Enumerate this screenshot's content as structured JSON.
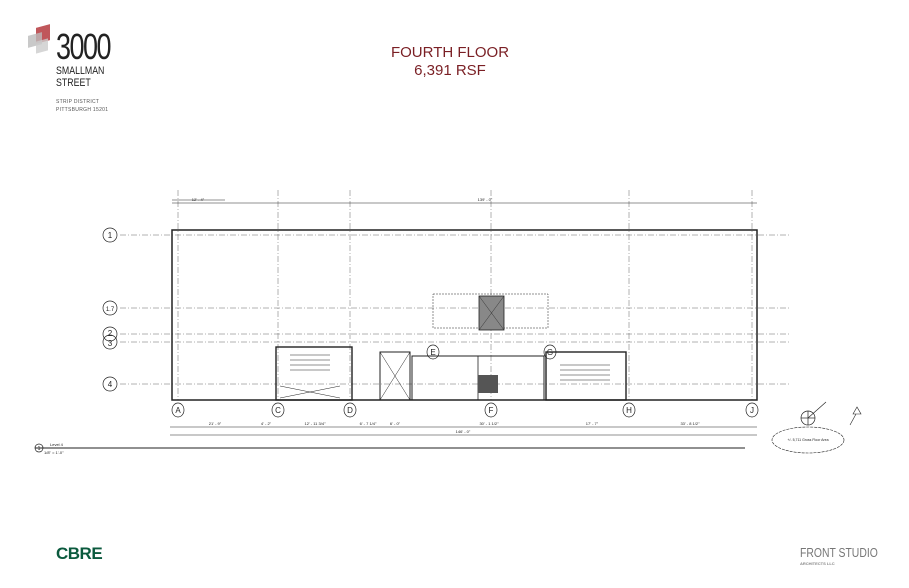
{
  "logo": {
    "number": "3000",
    "line1": "SMALLMAN",
    "line2": "STREET",
    "district": "STRIP DISTRICT",
    "city": "PITTSBURGH 15201"
  },
  "header": {
    "title": "FOURTH FLOOR",
    "area": "6,391 RSF",
    "color": "#7a1f24"
  },
  "plan": {
    "rows": [
      "1",
      "1.7",
      "2",
      "3",
      "4"
    ],
    "columns": [
      "A",
      "C",
      "D",
      "E",
      "F",
      "G",
      "H",
      "J"
    ],
    "top_dims": [
      "12' - 4\"",
      "139' - 0\""
    ],
    "bottom_dims": [
      "21' - 9\"",
      "4' - 2\"",
      "12' - 11 3/4\"",
      "6' - 7 1/4\"",
      "6' - 0\"",
      "30' - 1 1/2\"",
      "17' - 7\"",
      "33' - 8 1/2\""
    ],
    "overall_dim": "146' - 0\"",
    "level_label": "Level 4",
    "scale": "1/8\" = 1'-0\"",
    "level_number": "1",
    "gross_area_note": "+/- 5,711 Gross Floor Area"
  },
  "footer": {
    "broker": "CBRE",
    "broker_color": "#0b5a3e",
    "architect": "FRONT STUDIO",
    "architect_sub": "ARCHITECTS LLC"
  }
}
